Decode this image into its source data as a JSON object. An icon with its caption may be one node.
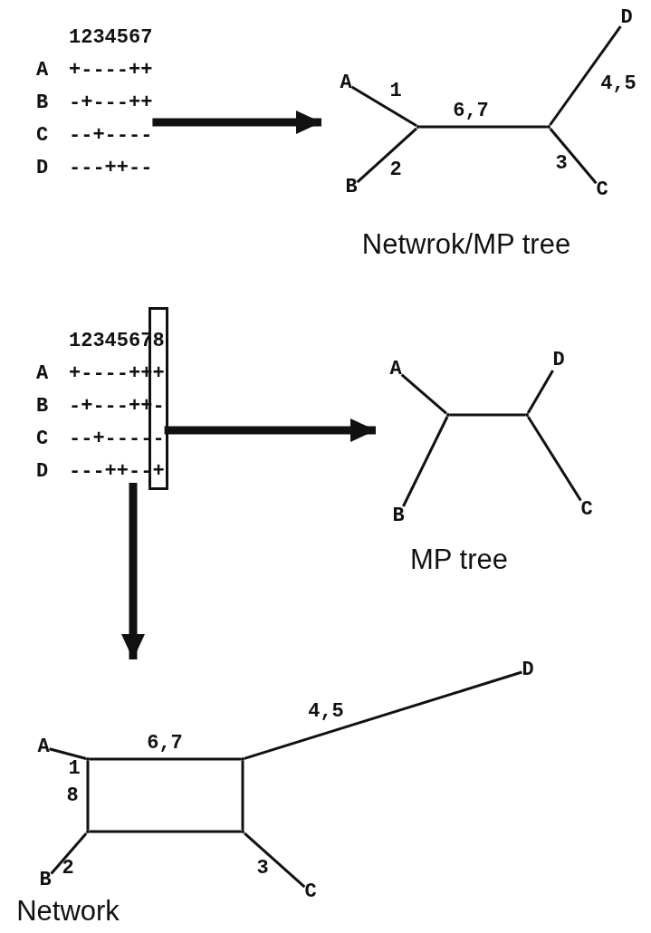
{
  "diagram": {
    "nodes": [
      {
        "text": [
          "1234567",
          "A",
          "+----++",
          "B",
          "-+---++",
          "C",
          "--+----",
          "D",
          "---++--"
        ]
      },
      {
        "text": [
          "Netwrok/MP tree"
        ]
      },
      {
        "text": [
          "A"
        ],
        "in": 1
      },
      {
        "text": [
          "B"
        ],
        "in": 1
      },
      {
        "text": [],
        "shape": "point",
        "in": 1
      },
      {
        "text": [],
        "shape": "point",
        "in": 1
      },
      {
        "text": [
          "C"
        ],
        "in": 1
      },
      {
        "text": [
          "D"
        ],
        "in": 1
      },
      {
        "text": [
          "12345678",
          "A",
          "+----+++",
          "B",
          "-+---++-",
          "C",
          "--+-----",
          "D",
          "---++--+"
        ]
      },
      {
        "text": [
          "MP tree"
        ]
      },
      {
        "text": [
          "A"
        ],
        "in": 9
      },
      {
        "text": [
          "B"
        ],
        "in": 9
      },
      {
        "text": [],
        "shape": "point",
        "in": 9
      },
      {
        "text": [],
        "shape": "point",
        "in": 9
      },
      {
        "text": [
          "C"
        ],
        "in": 9
      },
      {
        "text": [
          "D"
        ],
        "in": 9
      },
      {
        "text": [
          "Network"
        ]
      },
      {
        "text": [
          "A"
        ],
        "in": 16
      },
      {
        "text": [
          "B"
        ],
        "in": 16
      },
      {
        "text": [],
        "shape": "point",
        "in": 16
      },
      {
        "text": [],
        "shape": "point",
        "in": 16
      },
      {
        "text": [],
        "shape": "point",
        "in": 16
      },
      {
        "text": [],
        "shape": "point",
        "in": 16
      },
      {
        "text": [
          "C"
        ],
        "in": 16
      },
      {
        "text": [
          "D"
        ],
        "in": 16
      }
    ],
    "edges": [
      {
        "from": 0,
        "to": 1,
        "arrow": "to",
        "style": "thick"
      },
      {
        "from": 2,
        "to": 4,
        "arrow": "none",
        "label": "1"
      },
      {
        "from": 3,
        "to": 4,
        "arrow": "none",
        "label": "2"
      },
      {
        "from": 4,
        "to": 5,
        "arrow": "none",
        "label": "6,7"
      },
      {
        "from": 5,
        "to": 7,
        "arrow": "none",
        "label": "4,5"
      },
      {
        "from": 5,
        "to": 6,
        "arrow": "none",
        "label": "3"
      },
      {
        "from": 8,
        "to": 9,
        "arrow": "to",
        "style": "thick"
      },
      {
        "from": 10,
        "to": 12,
        "arrow": "none"
      },
      {
        "from": 11,
        "to": 12,
        "arrow": "none"
      },
      {
        "from": 12,
        "to": 13,
        "arrow": "none"
      },
      {
        "from": 13,
        "to": 15,
        "arrow": "none"
      },
      {
        "from": 13,
        "to": 14,
        "arrow": "none"
      },
      {
        "from": 8,
        "to": 16,
        "arrow": "to",
        "style": "thick"
      },
      {
        "from": 17,
        "to": 19,
        "arrow": "none",
        "label": "1"
      },
      {
        "from": 18,
        "to": 20,
        "arrow": "none",
        "label": "2"
      },
      {
        "from": 19,
        "to": 21,
        "arrow": "none",
        "label": "6,7"
      },
      {
        "from": 19,
        "to": 20,
        "arrow": "none",
        "label": "8"
      },
      {
        "from": 20,
        "to": 22,
        "arrow": "none"
      },
      {
        "from": 21,
        "to": 22,
        "arrow": "none"
      },
      {
        "from": 21,
        "to": 24,
        "arrow": "none",
        "label": "4,5"
      },
      {
        "from": 22,
        "to": 23,
        "arrow": "none",
        "label": "3"
      }
    ]
  }
}
